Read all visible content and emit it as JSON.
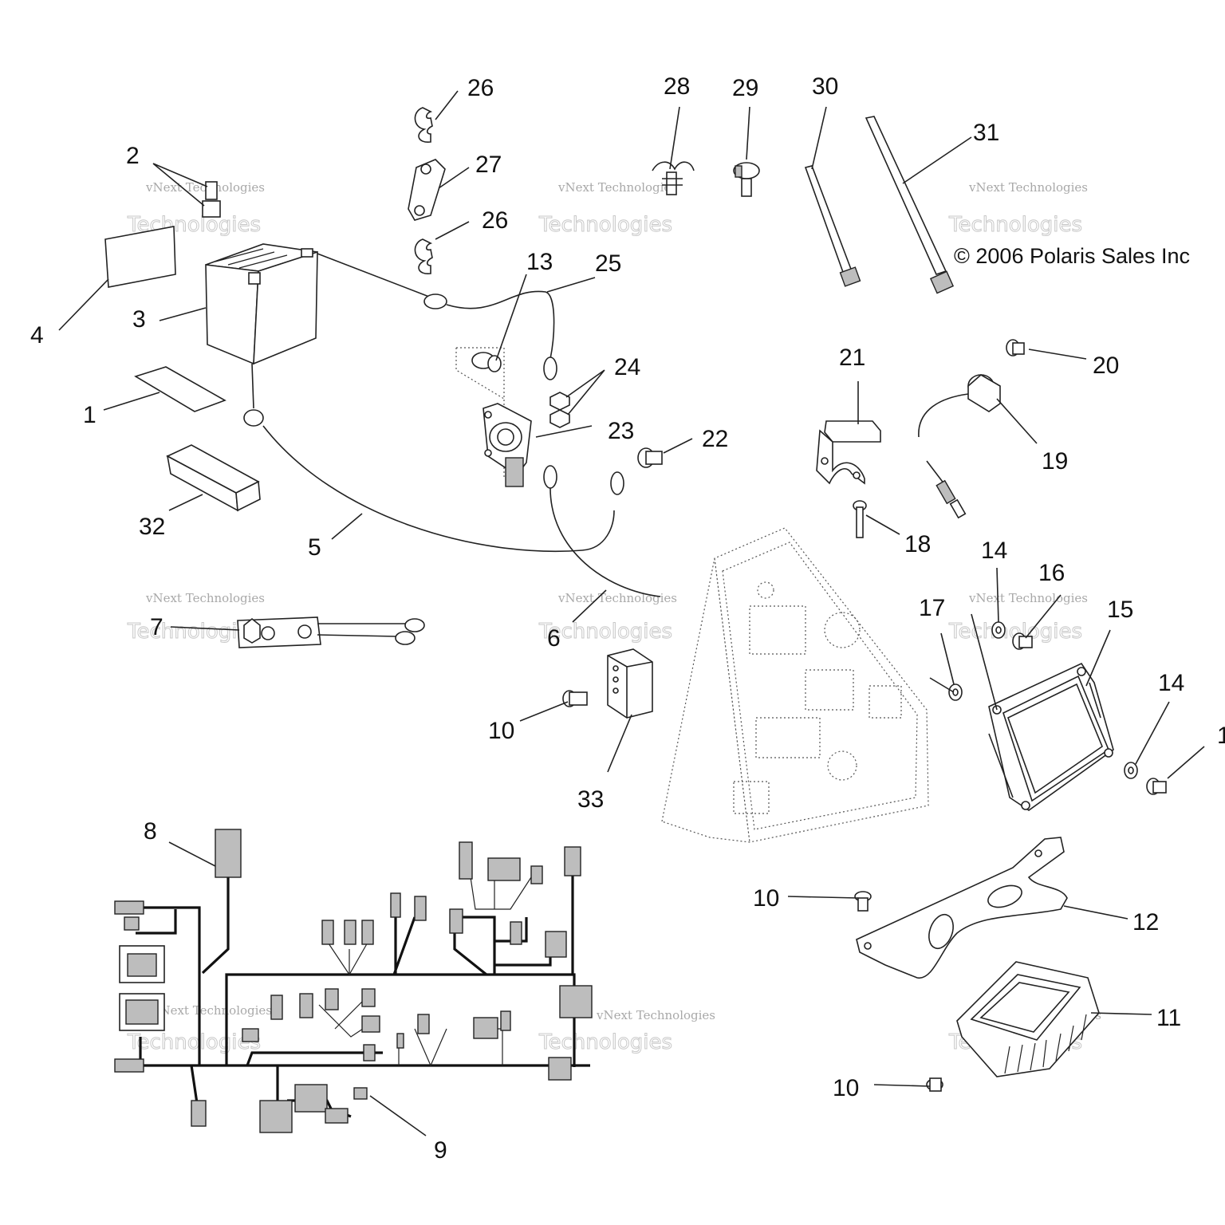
{
  "copyright": "© 2006 Polaris Sales Inc",
  "watermark": {
    "line1": "vNext Technologies",
    "line2": "Technologies"
  },
  "callouts": {
    "c1": "1",
    "c2": "2",
    "c3": "3",
    "c4": "4",
    "c5": "5",
    "c6": "6",
    "c7": "7",
    "c8": "8",
    "c9": "9",
    "c10a": "10",
    "c10b": "10",
    "c10c": "10",
    "c11": "11",
    "c12": "12",
    "c13": "13",
    "c14a": "14",
    "c14b": "14",
    "c15": "15",
    "c16": "16",
    "c17": "17",
    "c18": "18",
    "c19": "19",
    "c20": "20",
    "c21": "21",
    "c22": "22",
    "c23": "23",
    "c24": "24",
    "c25": "25",
    "c26a": "26",
    "c26b": "26",
    "c27": "27",
    "c28": "28",
    "c29": "29",
    "c30": "30",
    "c31": "31",
    "c32": "32",
    "c33": "33",
    "c1edge": "1"
  },
  "colors": {
    "line": "#222222",
    "fill": "#bdbdbd",
    "watermark": "#c8c8c8"
  }
}
